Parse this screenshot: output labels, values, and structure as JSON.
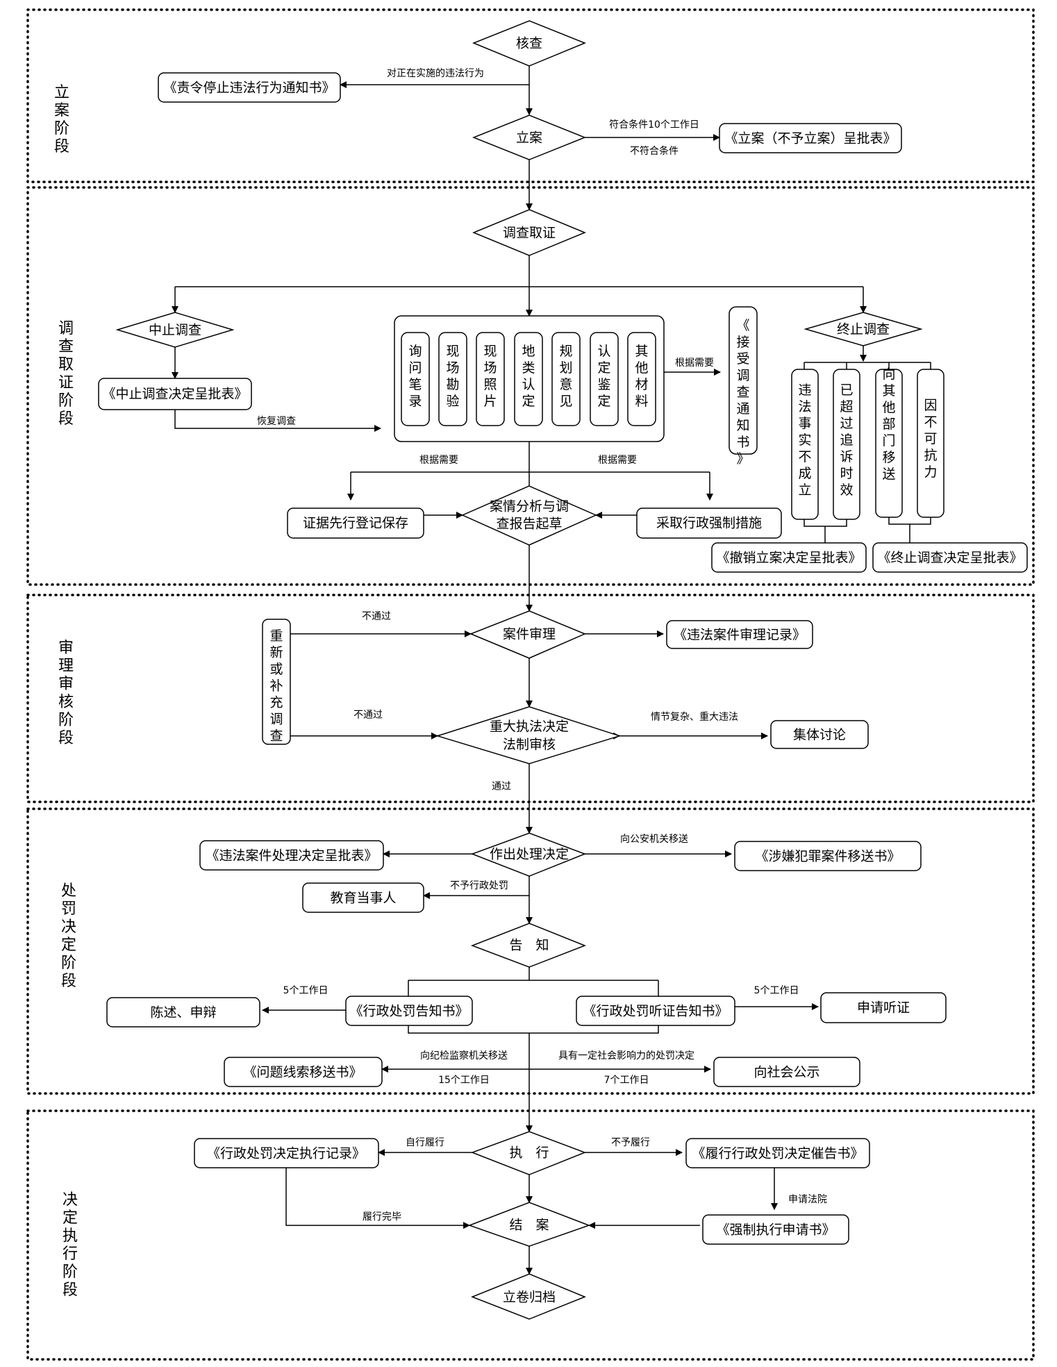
{
  "stages": [
    "立案阶段",
    "调查取证阶段",
    "审理审核阶段",
    "处罚决定阶段",
    "决定执行阶段"
  ],
  "nodes": {
    "hecha": "核查",
    "tingzhi_notice": "《责令停止违法行为通知书》",
    "lian": "立案",
    "lian_form": "《立案（不予立案）呈批表》",
    "diaocha": "调查取证",
    "zhongzhi": "中止调查",
    "zhongzhi_form": "《中止调查决定呈批表》",
    "evidence_items": [
      "询问笔录",
      "现场勘验",
      "现场照片",
      "地类认定",
      "规划意见",
      "认定鉴定",
      "其他材料"
    ],
    "jieshou_notice": "《接受调查通知书》",
    "zhongzhi_end": "终止调查",
    "end_reasons": [
      "违法事实不成立",
      "已超过追诉时效",
      "向其他部门移送",
      "因不可抗力"
    ],
    "chexiao_form": "《撤销立案决定呈批表》",
    "zhongzhi_end_form": "《终止调查决定呈批表》",
    "evidence_save": "证据先行登记保存",
    "analysis_line1": "案情分析与调",
    "analysis_line2": "查报告起草",
    "qiangzhi": "采取行政强制措施",
    "shenli": "案件审理",
    "shenli_record": "《违法案件审理记录》",
    "rediaocha": "重新或补充调查",
    "zhongda_line1": "重大执法决定",
    "zhongda_line2": "法制审核",
    "jiti": "集体讨论",
    "chuli": "作出处理决定",
    "chuli_form": "《违法案件处理决定呈批表》",
    "yisong_form": "《涉嫌犯罪案件移送书》",
    "jiaoyu": "教育当事人",
    "gaozhi": "告　知",
    "gaozhi_notice": "《行政处罚告知书》",
    "tingzheng_notice": "《行政处罚听证告知书》",
    "chenshu": "陈述、申辩",
    "shenqing_tingzheng": "申请听证",
    "xiansuo": "《问题线索移送书》",
    "gongshi": "向社会公示",
    "zhixing": "执　行",
    "zhixing_record": "《行政处罚决定执行记录》",
    "cuigao": "《履行行政处罚决定催告书》",
    "qiangzhi_apply": "《强制执行申请书》",
    "jiean": "结　案",
    "guidang": "立卷归档"
  },
  "labels": {
    "illegal_ongoing": "对正在实施的违法行为",
    "qualify_10days": "符合条件10个工作日",
    "not_qualify": "不符合条件",
    "as_needed_a": "根据需要",
    "resume": "恢复调查",
    "as_needed_b": "根据需要",
    "as_needed_c": "根据需要",
    "fail_a": "不通过",
    "fail_b": "不通过",
    "complex": "情节复杂、重大违法",
    "pass": "通过",
    "to_police": "向公安机关移送",
    "no_penalty": "不予行政处罚",
    "days5_a": "5个工作日",
    "days5_b": "5个工作日",
    "to_discipline": "向纪检监察机关移送",
    "days15": "15个工作日",
    "social_impact": "具有一定社会影响力的处罚决定",
    "days7": "7个工作日",
    "self_perform": "自行履行",
    "not_perform": "不予履行",
    "apply_court": "申请法院",
    "perform_done": "履行完毕"
  }
}
